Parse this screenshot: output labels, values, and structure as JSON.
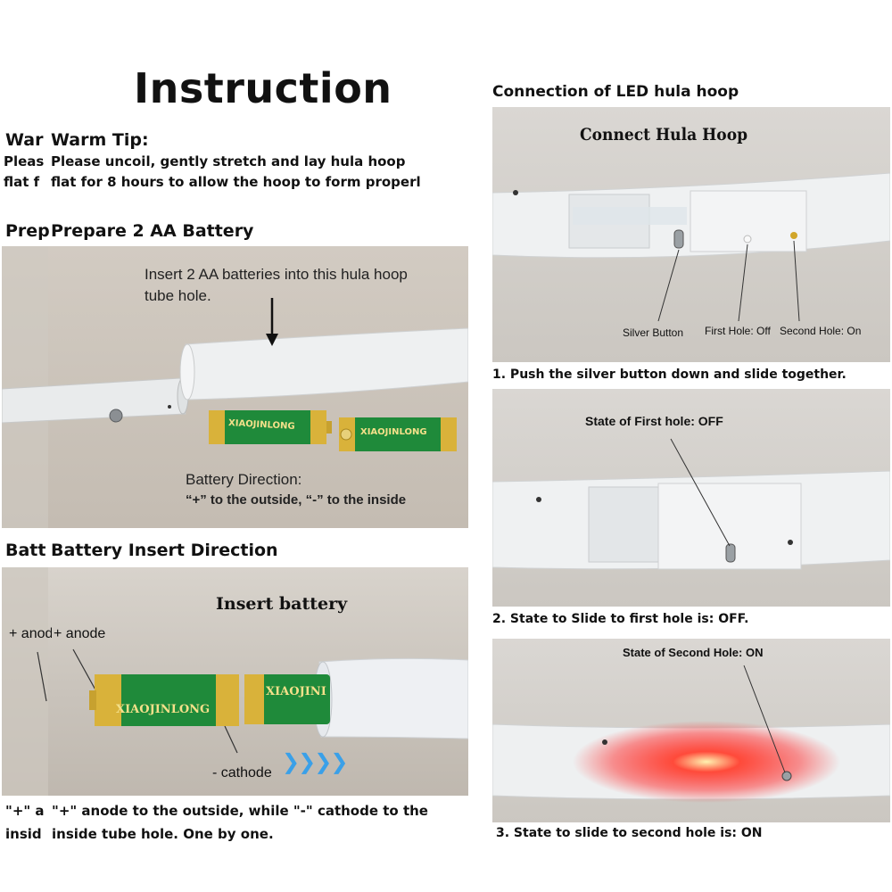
{
  "left": {
    "title": "Instruction",
    "warm_tip": {
      "heading": "Warm Tip:",
      "heading_ghost": "War",
      "line1": "Please uncoil, gently stretch and lay hula hoop",
      "line1_ghost": "Pleas",
      "line2": "flat for 8 hours to allow the hoop to form properl",
      "line2_ghost": "flat f"
    },
    "prepare": {
      "heading": "Prepare 2 AA Battery",
      "heading_ghost": "Prep",
      "instruction": "Insert 2 AA batteries into this hula hoop",
      "instruction2": "tube hole.",
      "battery_brand": "XIAOJINLONG",
      "direction_label": "Battery Direction:",
      "direction_text": "“+” to the outside, “-” to the inside"
    },
    "insert": {
      "heading": "Battery Insert Direction",
      "heading_ghost": "Batt",
      "photo_title": "Insert battery",
      "anode": "+ anode",
      "anode_ghost": "+ anod",
      "cathode": "- cathode",
      "chevrons": "❯❯❯❯",
      "battery_brand": "XIAOJINLONG",
      "battery_brand2": "XIAOJINI",
      "note1": "\"+\" anode to the outside, while \"-\" cathode to the",
      "note1_ghost": "\"+\" a",
      "note2": "inside tube hole. One by one.",
      "note2_ghost": "insid"
    }
  },
  "right": {
    "heading": "Connection of LED hula hoop",
    "panel1": {
      "title": "Connect Hula Hoop",
      "label_silver": "Silver Button",
      "label_first": "First Hole: Off",
      "label_second": "Second Hole: On",
      "caption": "1. Push the silver button down and slide together."
    },
    "panel2": {
      "label": "State of First hole: OFF",
      "caption": "2. State to Slide to first hole is: OFF."
    },
    "panel3": {
      "label": "State of Second Hole: ON",
      "caption": "3. State to slide to second hole is: ON"
    }
  },
  "colors": {
    "accent_blue": "#3aa0e8",
    "led_red": "#ff2a2a",
    "battery_gold": "#d9b23a",
    "battery_green": "#1f8a3a"
  }
}
